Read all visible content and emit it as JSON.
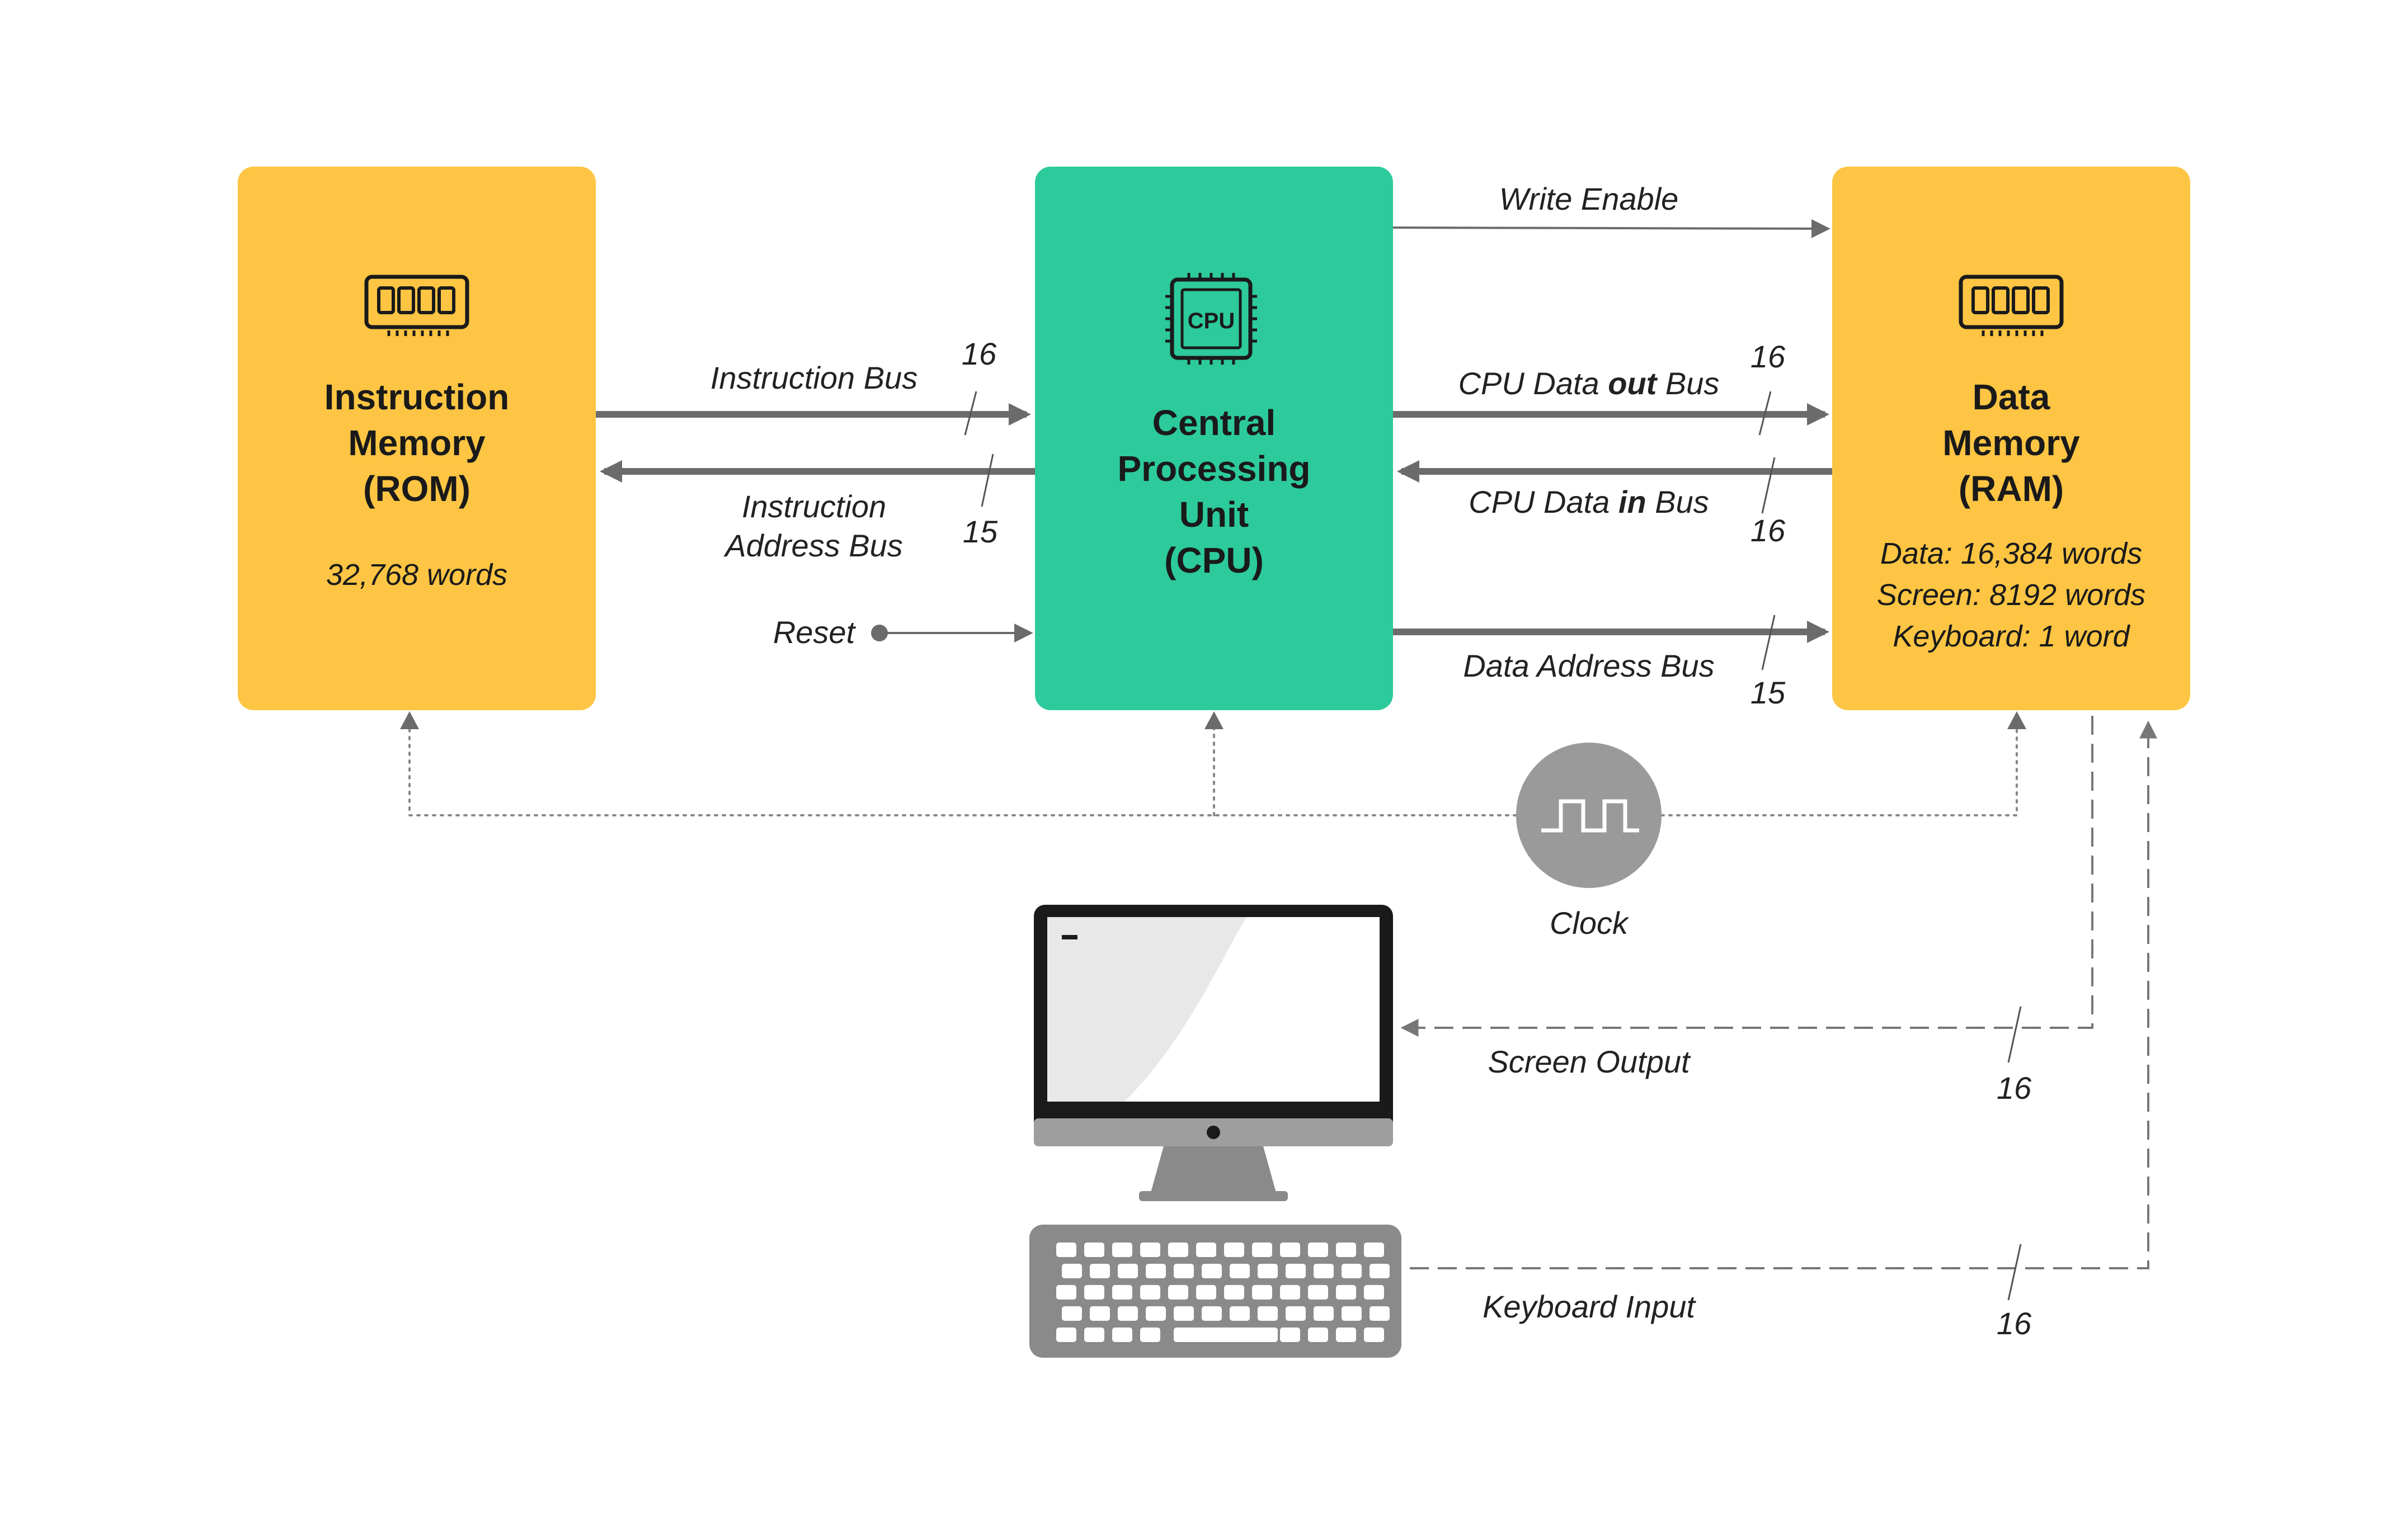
{
  "colors": {
    "memory": "#FDC543",
    "cpu": "#2DCA9B",
    "bus": "#6b6b6b",
    "clock": "#9a9a9a",
    "monitor": "#1a1a1a",
    "keyboard": "#8a8a8a"
  },
  "rom": {
    "icon": "memory-chip-icon",
    "title": [
      "Instruction",
      "Memory",
      "(ROM)"
    ],
    "detail": "32,768 words"
  },
  "cpu": {
    "icon": "cpu-chip-icon",
    "icon_text": "CPU",
    "title": [
      "Central",
      "Processing",
      "Unit",
      "(CPU)"
    ]
  },
  "ram": {
    "icon": "memory-chip-icon",
    "title": [
      "Data",
      "Memory",
      "(RAM)"
    ],
    "details": [
      "Data: 16,384 words",
      "Screen: 8192 words",
      "Keyboard: 1 word"
    ]
  },
  "buses": {
    "instruction_bus": {
      "label": "Instruction Bus",
      "width": "16"
    },
    "instruction_address_bus": {
      "label": [
        "Instruction",
        "Address Bus"
      ],
      "width": "15"
    },
    "reset": {
      "label": "Reset"
    },
    "write_enable": {
      "label": "Write Enable"
    },
    "cpu_data_out": {
      "label_pre": "CPU Data ",
      "label_bold": "out",
      "label_post": " Bus",
      "width": "16"
    },
    "cpu_data_in": {
      "label_pre": "CPU Data ",
      "label_bold": "in",
      "label_post": " Bus",
      "width": "16"
    },
    "data_address_bus": {
      "label": "Data Address Bus",
      "width": "15"
    },
    "screen_output": {
      "label": "Screen Output",
      "width": "16"
    },
    "keyboard_input": {
      "label": "Keyboard Input",
      "width": "16"
    }
  },
  "clock": {
    "label": "Clock",
    "icon": "square-wave-icon"
  },
  "peripherals": {
    "monitor_icon": "monitor-icon",
    "keyboard_icon": "keyboard-icon"
  }
}
